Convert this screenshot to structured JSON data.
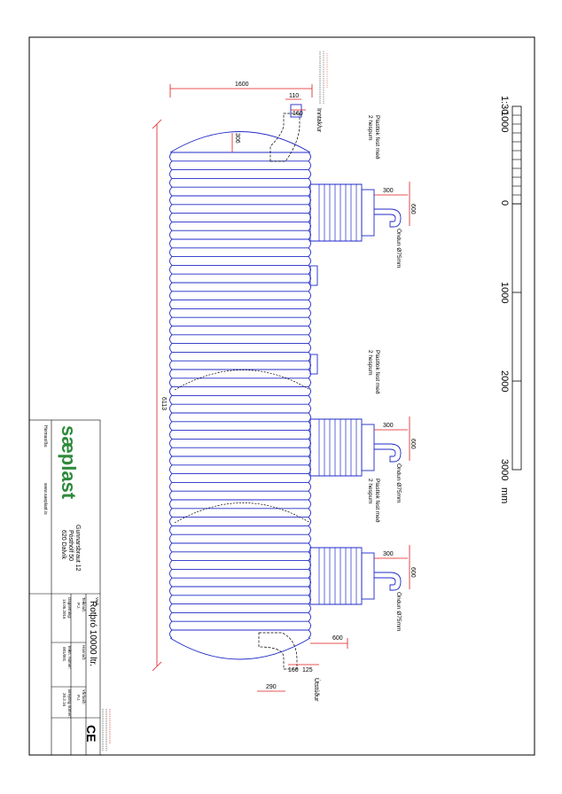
{
  "scale": {
    "ratio": "1:30",
    "ticks": [
      "1000",
      "0",
      "1000",
      "2000",
      "3000"
    ],
    "unit": "mm"
  },
  "drawing": {
    "overall_length": "6113",
    "dim_top": "1600",
    "dim_110": "110",
    "dim_160_in": "160",
    "dim_306": "306",
    "inlet_label": "Inntak/ur",
    "outlet_label": "Útstúður",
    "dim_600_out": "600",
    "dim_160_out": "160",
    "dim_125": "125",
    "dim_290": "290",
    "vents": [
      {
        "cap": "Plastlok fest með",
        "screws": "2 hespum",
        "dim_300": "300",
        "dim_600": "600",
        "pipe": "Öndun Ø75mm"
      },
      {
        "cap": "Plastlok fest með",
        "screws": "2 hespum",
        "dim_300": "300",
        "dim_600": "600",
        "pipe": "Öndun Ø75mm"
      },
      {
        "cap": "Plastlok fest með",
        "screws": "2 hespum",
        "dim_300": "300",
        "dim_600": "600",
        "pipe": "Öndun Ø75mm"
      }
    ]
  },
  "title_block": {
    "logo": "sæplast",
    "address1": "Gunnarsbraut 12",
    "address2": "Pósthólf 50",
    "address3": "620 Dalvík",
    "web_label": "Heimasíða:",
    "web": "www.saeplast.is",
    "verk_label": "Verk:",
    "verk": "Rotþró 10000 ltr.",
    "teikn_label": "Teiknað:",
    "teikn": "P.J.",
    "hann_label": "Hannað:",
    "yfir_label": "Yfirfarið:",
    "yfir": "P.J.",
    "dags_label": "Dagsetning:",
    "dags": "19.05.2016",
    "nr_label": "Teikn. númer:",
    "nr": "001/001",
    "br_label": "Breyting númer:",
    "br": "20.2.16",
    "ce": "CE"
  },
  "colors": {
    "tank": "#1f2ac8",
    "dimension": "#e01a1a",
    "border": "#000000"
  }
}
